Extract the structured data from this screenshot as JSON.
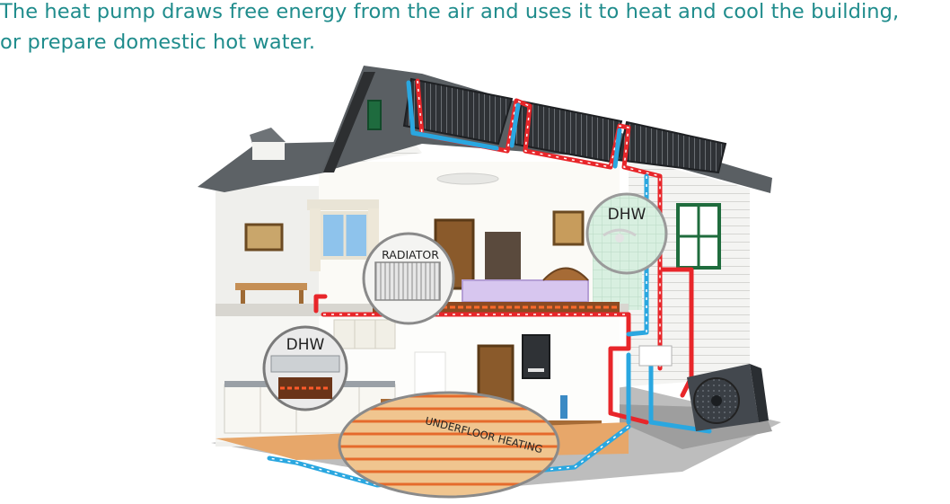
{
  "caption": {
    "line1": "The heat pump draws free energy from the air and uses it to heat and cool the building,",
    "line2": "or prepare domestic hot water."
  },
  "callouts": {
    "dhw_upper": "DHW",
    "radiator": "RADIATOR",
    "dhw_lower": "DHW",
    "underfloor": "UNDERFLOOR HEATING"
  },
  "colors": {
    "caption_text": "#1f8c8c",
    "hot_pipe": "#e8262a",
    "cold_pipe": "#2aa7e0",
    "roof": "#5a5f63",
    "floor_wood": "#e9a86a"
  }
}
